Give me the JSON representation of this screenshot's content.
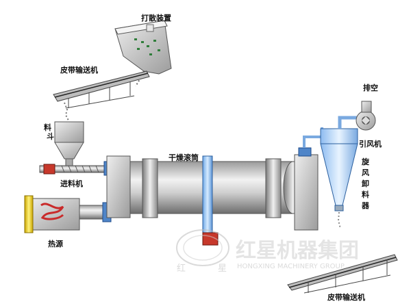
{
  "labels": {
    "disperser": "打散装置",
    "belt_top": "皮带输送机",
    "hopper_1": "料",
    "hopper_2": "斗",
    "feeder": "进料机",
    "drum": "干燥滚筒",
    "heat": "热源",
    "exhaust": "排空",
    "fan": "引风机",
    "cyclone_1": "旋",
    "cyclone_2": "风",
    "cyclone_3": "卸",
    "cyclone_4": "料",
    "cyclone_5": "器",
    "belt_bottom": "皮带输送机"
  },
  "watermark": {
    "cn": "红星机器集团",
    "en": "HONGXING MACHINERY GROUP",
    "logo_left": "红",
    "logo_right": "星"
  }
}
